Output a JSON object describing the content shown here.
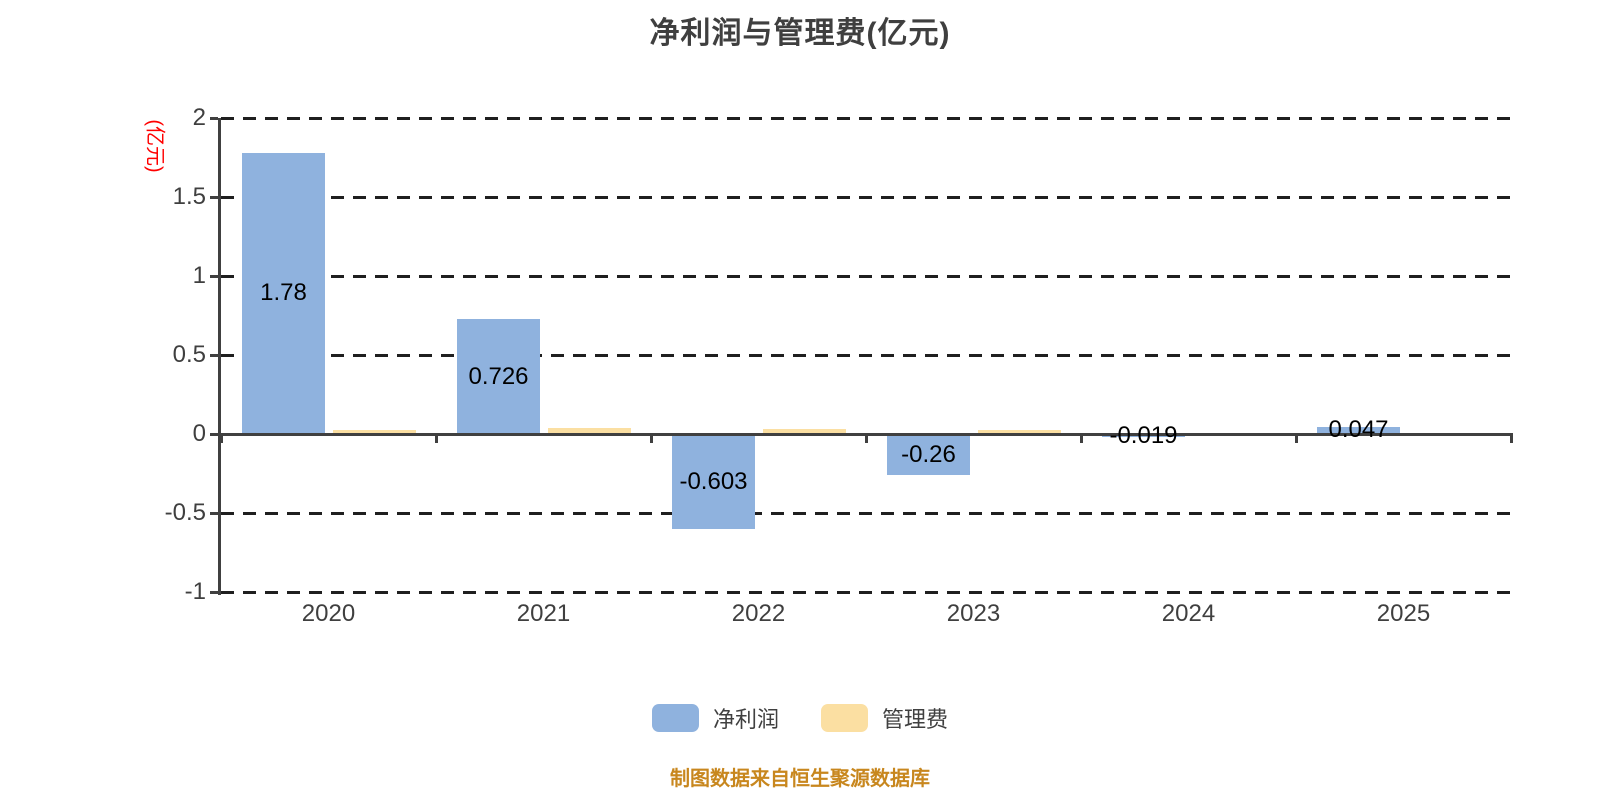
{
  "title": "净利润与管理费(亿元)",
  "y_axis_name": "(亿元)",
  "footer": "制图数据来自恒生聚源数据库",
  "legend": {
    "net_profit": "净利润",
    "mgmt_fee": "管理费"
  },
  "colors": {
    "net_profit": "#8FB2DE",
    "mgmt_fee": "#FBDFA2",
    "axis": "#404040",
    "axis_name": "#FF0000",
    "bar_label": "#000000",
    "footer": "#C8871E"
  },
  "chart_data": {
    "type": "bar",
    "title": "净利润与管理费(亿元)",
    "categories": [
      "2020",
      "2021",
      "2022",
      "2023",
      "2024",
      "2025"
    ],
    "series": [
      {
        "name": "净利润",
        "values": [
          1.78,
          0.726,
          -0.603,
          -0.26,
          -0.019,
          0.047
        ],
        "labels": [
          "1.78",
          "0.726",
          "-0.603",
          "-0.26",
          "-0.019",
          "0.047"
        ]
      },
      {
        "name": "管理费",
        "values": [
          0.028,
          0.04,
          0.03,
          0.024,
          0.009,
          0.006
        ],
        "labels": [
          "",
          "",
          "",
          "",
          "",
          ""
        ]
      }
    ],
    "ylabel": "(亿元)",
    "ylim": [
      -1,
      2
    ],
    "yticks": [
      "2",
      "1.5",
      "1",
      "0.5",
      "0",
      "-0.5",
      "-1"
    ],
    "ytick_values": [
      2,
      1.5,
      1,
      0.5,
      0,
      -0.5,
      -1
    ],
    "grid": "dashed horizontal",
    "legend_position": "bottom",
    "value_labels": "净利润 only, centered inside bars"
  }
}
